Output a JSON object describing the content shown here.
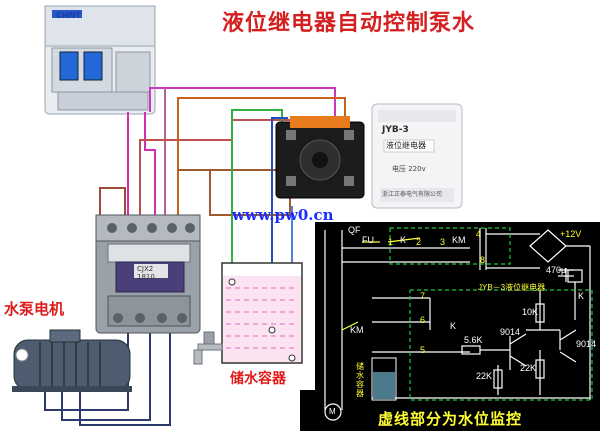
{
  "title": "液位继电器自动控制泵水",
  "labels": {
    "pump_motor": "水泵电机",
    "tank": "储水容器",
    "watermark": "www.pw0.cn",
    "footer": "虚线部分为水位监控",
    "tank_vertical": "储水容器"
  },
  "breaker": {
    "brand": "CHNT"
  },
  "contactor": {
    "model_line1": "CJX2",
    "model_line2": "1810"
  },
  "relay": {
    "brand": "JYB-3",
    "name": "液位继电器",
    "voltage": "电压 220v",
    "maker": "浙江正泰电气有限公司"
  },
  "schematic": {
    "qf": "QF",
    "fu": "FU",
    "km": "KM",
    "km_coil": "KM",
    "k": "K",
    "k_coil": "K",
    "plus12v": "+12V",
    "cap": "470μ",
    "jyb": "JYB－3液位继电器",
    "r10k": "10K",
    "r56k": "5.6K",
    "r22k_a": "22K",
    "r22k_b": "22K",
    "q1": "9014",
    "q2": "9014",
    "motor": "M",
    "n1": "1",
    "n2": "2",
    "n3": "3",
    "n4": "4",
    "n5": "5",
    "n6": "6",
    "n7": "7",
    "n8": "8"
  }
}
